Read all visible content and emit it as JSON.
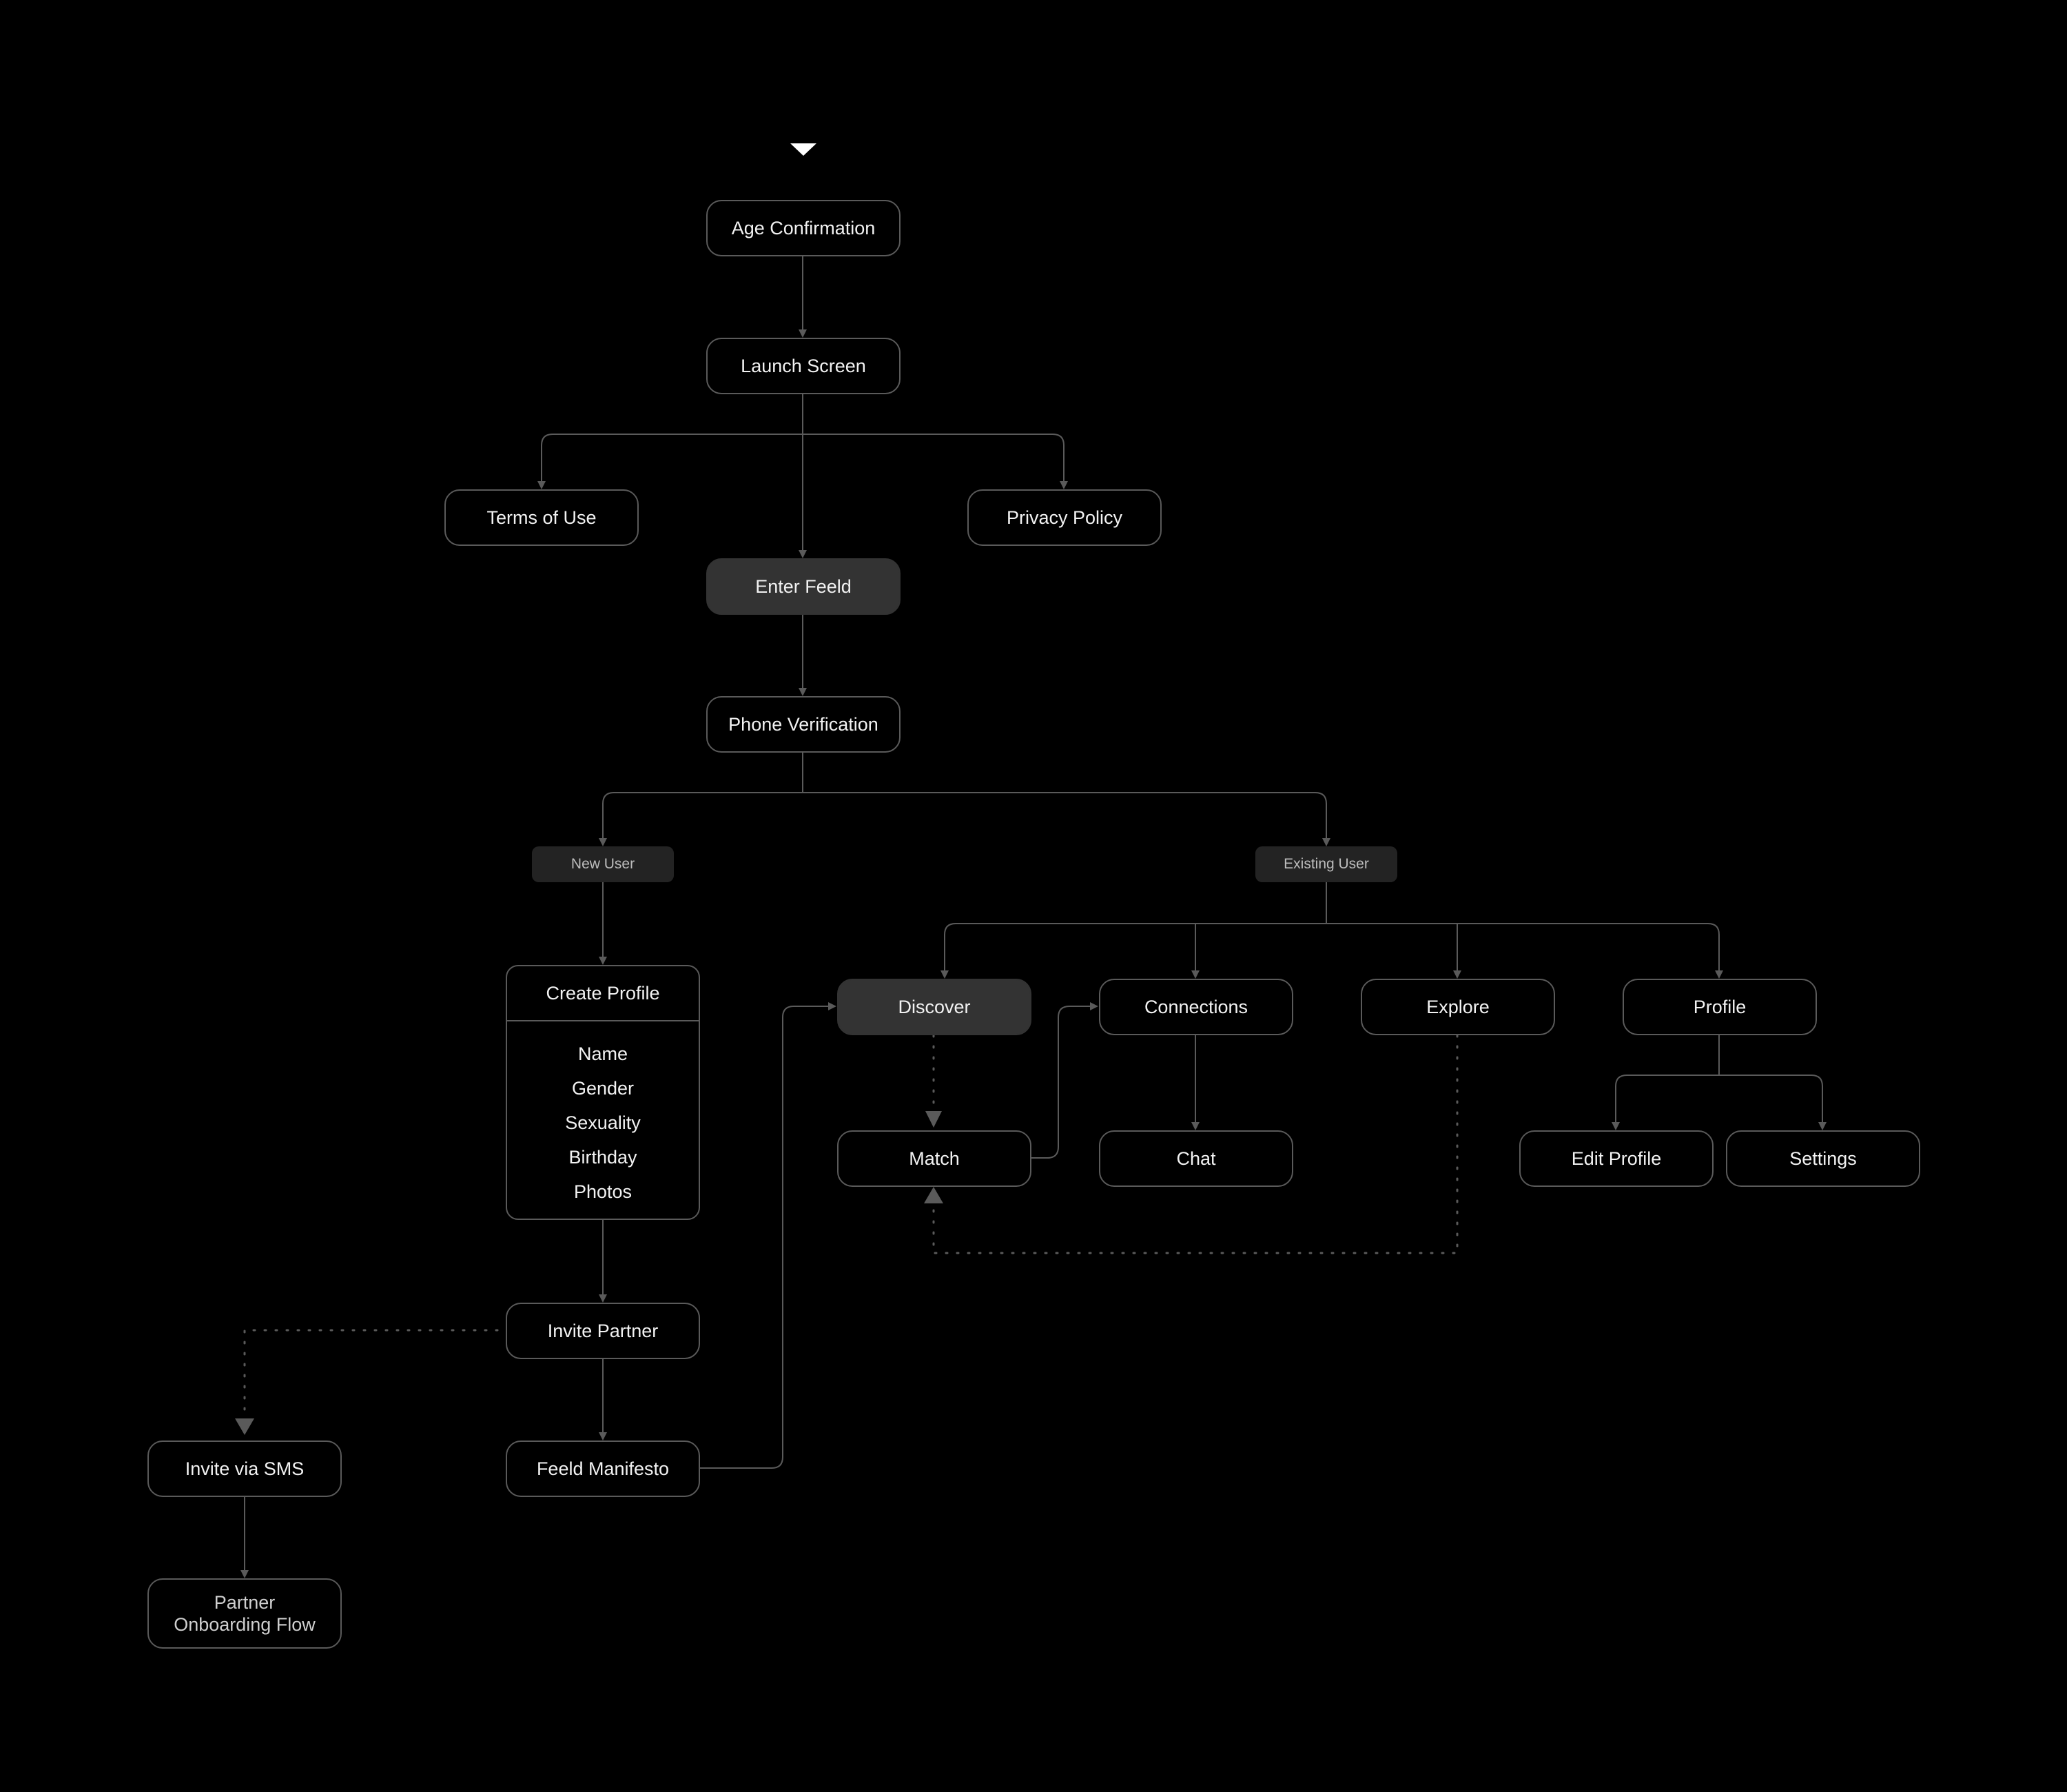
{
  "nodes": {
    "age_confirmation": "Age Confirmation",
    "launch_screen": "Launch Screen",
    "terms_of_use": "Terms of Use",
    "privacy_policy": "Privacy Policy",
    "enter_feeld": "Enter Feeld",
    "phone_verification": "Phone Verification",
    "new_user": "New User",
    "existing_user": "Existing User",
    "create_profile": "Create Profile",
    "invite_partner": "Invite Partner",
    "invite_via_sms": "Invite via SMS",
    "feeld_manifesto": "Feeld Manifesto",
    "partner_onboarding_line1": "Partner",
    "partner_onboarding_line2": "Onboarding Flow",
    "discover": "Discover",
    "connections": "Connections",
    "explore": "Explore",
    "profile": "Profile",
    "match": "Match",
    "chat": "Chat",
    "edit_profile": "Edit Profile",
    "settings": "Settings"
  },
  "create_profile_fields": [
    "Name",
    "Gender",
    "Sexuality",
    "Birthday",
    "Photos"
  ],
  "colors": {
    "background": "#000000",
    "node_border": "#5a5a5a",
    "node_filled": "#333333",
    "tag_fill": "#232323",
    "connector": "#5a5a5a",
    "start_marker": "#ffffff"
  }
}
